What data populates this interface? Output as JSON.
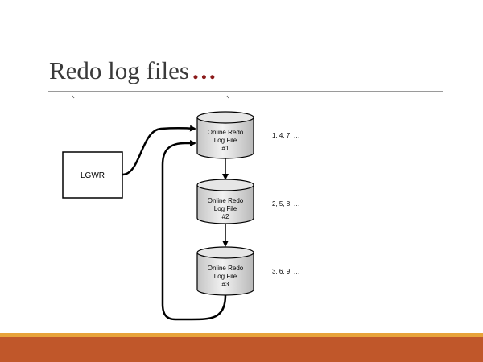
{
  "slide": {
    "title": "Redo log files",
    "title_suffix": "…"
  },
  "diagram": {
    "writer": {
      "label": "LGWR"
    },
    "log_files": [
      {
        "line1": "Online Redo",
        "line2": "Log File",
        "line3": "#1",
        "sequence": "1, 4, 7, …"
      },
      {
        "line1": "Online Redo",
        "line2": "Log File",
        "line3": "#2",
        "sequence": "2, 5, 8, …"
      },
      {
        "line1": "Online Redo",
        "line2": "Log File",
        "line3": "#3",
        "sequence": "3, 6, 9, …"
      }
    ]
  },
  "colors": {
    "accent_gold": "#e8a33a",
    "accent_orange": "#c0572a",
    "title_ellipsis": "#8b1a1a"
  }
}
